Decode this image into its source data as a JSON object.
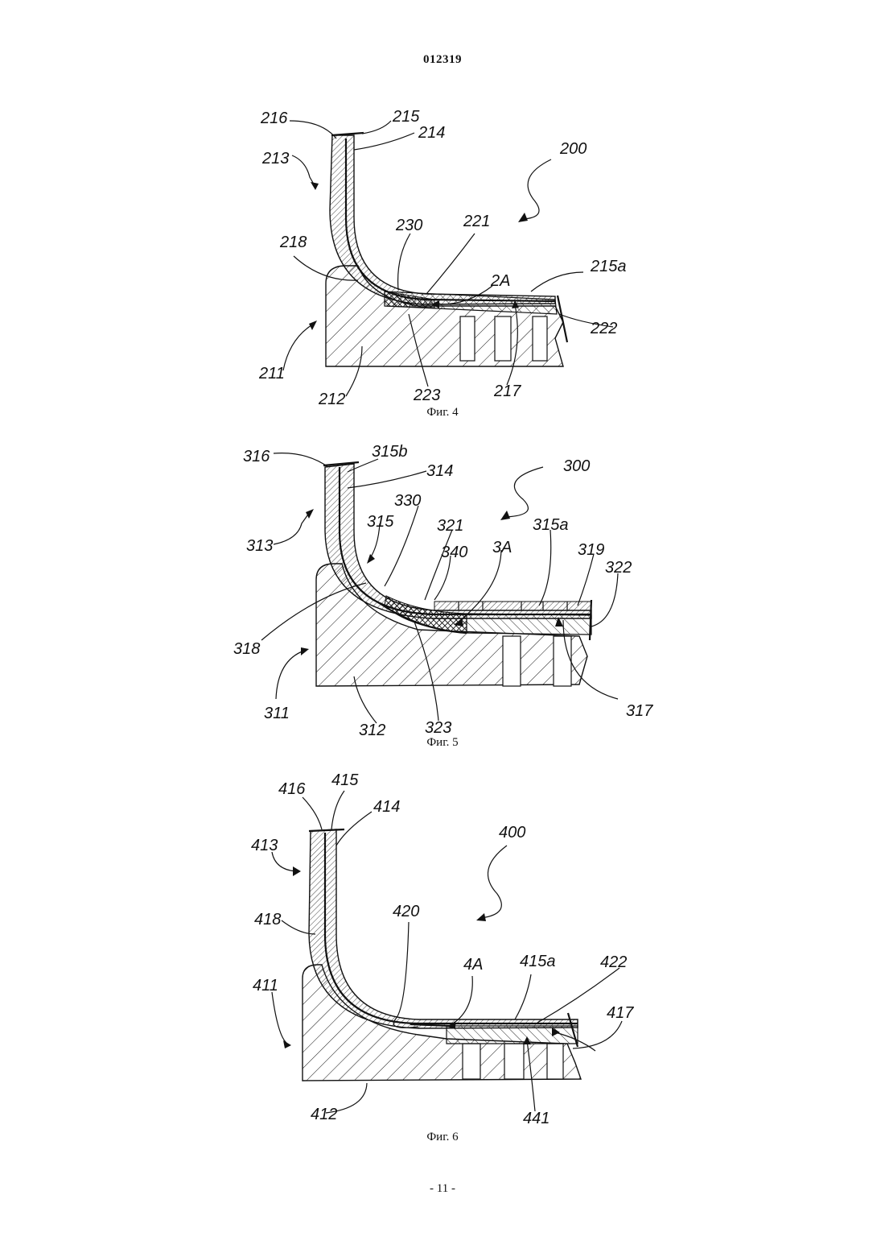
{
  "document": {
    "number": "012319",
    "page_number": "- 11 -"
  },
  "figures": [
    {
      "caption": "Фиг. 4",
      "labels": {
        "l216": "216",
        "l215": "215",
        "l214": "214",
        "l213": "213",
        "l200": "200",
        "l230": "230",
        "l221": "221",
        "l218": "218",
        "l2A": "2A",
        "l215a": "215a",
        "l222": "222",
        "l211": "211",
        "l212": "212",
        "l223": "223",
        "l217": "217"
      }
    },
    {
      "caption": "Фиг. 5",
      "labels": {
        "l316": "316",
        "l315b": "315b",
        "l314": "314",
        "l300": "300",
        "l330": "330",
        "l313": "313",
        "l315": "315",
        "l321": "321",
        "l315a": "315a",
        "l340": "340",
        "l3A": "3A",
        "l319": "319",
        "l322": "322",
        "l318": "318",
        "l311": "311",
        "l312": "312",
        "l323": "323",
        "l317": "317"
      }
    },
    {
      "caption": "Фиг. 6",
      "labels": {
        "l416": "416",
        "l415": "415",
        "l414": "414",
        "l413": "413",
        "l400": "400",
        "l418": "418",
        "l420": "420",
        "l4A": "4A",
        "l415a": "415a",
        "l422": "422",
        "l411": "411",
        "l417": "417",
        "l412": "412",
        "l441": "441"
      }
    }
  ]
}
